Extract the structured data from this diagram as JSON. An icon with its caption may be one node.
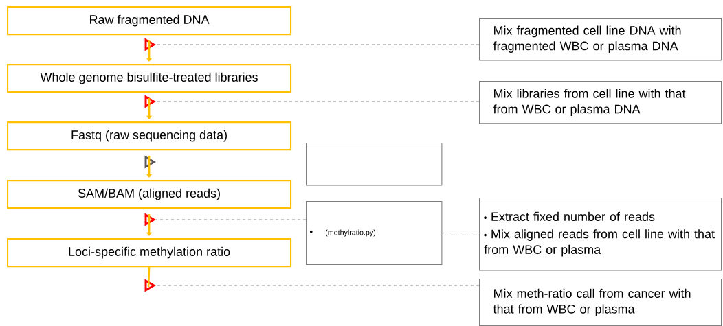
{
  "diagram": {
    "nodes": [
      {
        "text": [
          "Raw fragmented DNA"
        ]
      },
      {
        "text": [
          "Whole genome bisulfite-treated libraries"
        ]
      },
      {
        "text": [
          "Fastq (raw sequencing data)"
        ]
      },
      {
        "text": [
          "SAM/BAM (aligned reads)"
        ]
      },
      {
        "text": [
          "Loci-specific methylation ratio"
        ]
      },
      {
        "text": [],
        "shape": "triangle"
      },
      {
        "text": [],
        "shape": "triangle"
      },
      {
        "text": [],
        "shape": "triangle"
      },
      {
        "text": [],
        "shape": "triangle"
      },
      {
        "text": [],
        "shape": "triangle"
      },
      {
        "text": [
          "Mix fragmented cell line DNA with fragmented WBC or plasma DNA"
        ]
      },
      {
        "text": [
          "Mix libraries from cell line with that from WBC or plasma DNA"
        ]
      },
      {
        "text": [],
        "shape": "box"
      },
      {
        "text": [
          "(methylratio.py)"
        ]
      },
      {
        "text": [
          "Extract fixed number of reads",
          "Mix aligned reads from cell line with that from WBC or plasma"
        ]
      },
      {
        "text": [
          "Mix meth-ratio call from cancer with that from WBC or plasma"
        ]
      }
    ],
    "edges": [
      {
        "from": 0,
        "to": 1,
        "arrow": "to",
        "color": "#ffc000",
        "style": "thick"
      },
      {
        "from": 1,
        "to": 2,
        "arrow": "to",
        "color": "#ffc000",
        "style": "thick"
      },
      {
        "from": 2,
        "to": 3,
        "arrow": "to",
        "color": "#ffc000",
        "style": "thick"
      },
      {
        "from": 3,
        "to": 4,
        "arrow": "to",
        "color": "#ffc000",
        "style": "thick"
      },
      {
        "from": 4,
        "to": 9,
        "arrow": "none",
        "color": "#ffc000",
        "style": "thick"
      },
      {
        "from": 10,
        "to": 5,
        "arrow": "none",
        "style": "dashed",
        "color": "#7f7f7f"
      },
      {
        "from": 11,
        "to": 6,
        "arrow": "none",
        "style": "dashed",
        "color": "#7f7f7f"
      },
      {
        "from": 14,
        "to": 13,
        "arrow": "none",
        "style": "dashed",
        "color": "#7f7f7f"
      },
      {
        "from": 13,
        "to": 8,
        "arrow": "none",
        "style": "dashed",
        "color": "#7f7f7f"
      },
      {
        "from": 15,
        "to": 9,
        "arrow": "none",
        "style": "dashed",
        "color": "#7f7f7f"
      }
    ]
  }
}
